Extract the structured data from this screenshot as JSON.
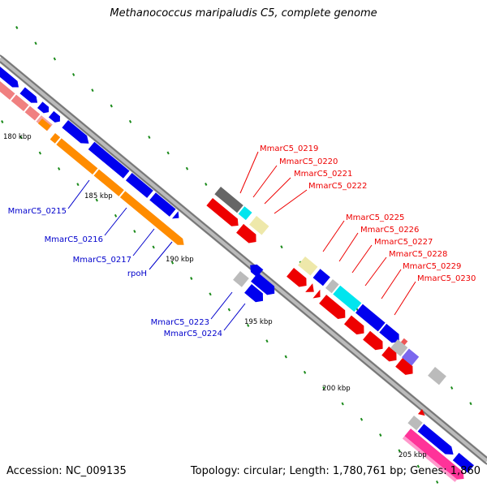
{
  "title": "Methanococcus maripaludis C5, complete genome",
  "footer": {
    "accession": "Accession: NC_009135",
    "topology": "Topology: circular; Length: 1,780,761 bp; Genes: 1,860"
  },
  "ticks": [
    "180 kbp",
    "185 kbp",
    "190 kbp",
    "195 kbp",
    "200 kbp",
    "205 kbp"
  ],
  "gene_labels": {
    "forward": [
      "MmarC5_0219",
      "MmarC5_0220",
      "MmarC5_0221",
      "MmarC5_0222",
      "MmarC5_0225",
      "MmarC5_0226",
      "MmarC5_0227",
      "MmarC5_0228",
      "MmarC5_0229",
      "MmarC5_0230"
    ],
    "reverse": [
      "MmarC5_0215",
      "MmarC5_0216",
      "MmarC5_0217",
      "rpoH",
      "MmarC5_0223",
      "MmarC5_0224"
    ]
  },
  "colors": {
    "forward_label": "#ee0000",
    "reverse_label": "#0000cc",
    "cds_blue": "#0000ee",
    "cds_red": "#ee0000",
    "orange": "#ff8c00",
    "salmon": "#f08080",
    "pink": "#ff3399",
    "cyan": "#00e5ee",
    "khaki": "#eee8aa",
    "gray": "#bbbbbb",
    "darkgray": "#666666",
    "purple": "#7b68ee",
    "backbone": "#888888",
    "tick_green": "#1a8a1a"
  }
}
